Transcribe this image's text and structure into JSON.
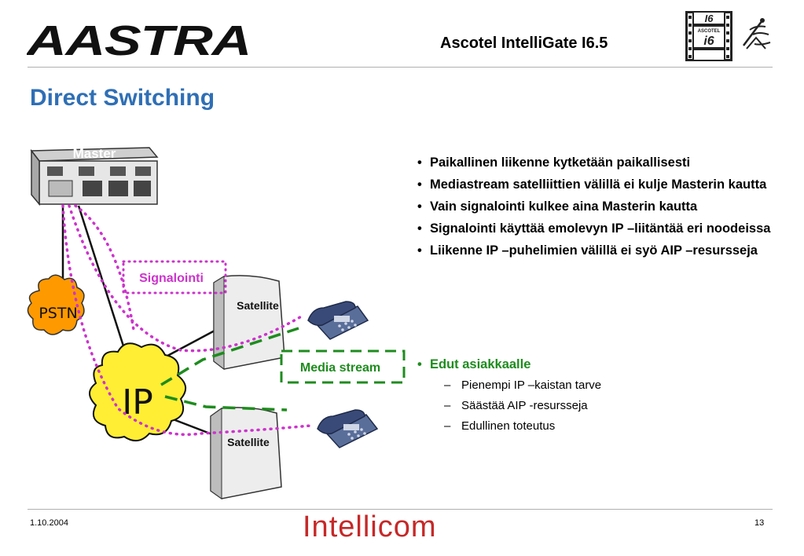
{
  "header": {
    "logo_text": "AASTRA",
    "product": "Ascotel IntelliGate I6.5",
    "filmstrip_top": "I6",
    "filmstrip_brand": "ASCOTEL",
    "filmstrip_main": "i6"
  },
  "title": "Direct Switching",
  "diagram": {
    "master_label": "Master",
    "signalointi_label": "Signalointi",
    "pstn_label": "PSTN",
    "ip_label": "IP",
    "satellite1_label": "Satellite",
    "satellite2_label": "Satellite",
    "media_stream_label": "Media stream"
  },
  "bullets": [
    "Paikallinen liikenne kytketään paikallisesti",
    "Mediastream satelliittien välillä ei kulje Masterin kautta",
    "Vain signalointi kulkee aina Masterin kautta",
    "Signalointi käyttää emolevyn IP –liitäntää eri noodeissa",
    "Liikenne IP –puhelimien välillä ei syö AIP –resursseja"
  ],
  "advantages": {
    "title": "Edut asiakkaalle",
    "items": [
      "Pienempi IP –kaistan tarve",
      "Säästää AIP -resursseja",
      "Edullinen toteutus"
    ]
  },
  "footer": {
    "date": "1.10.2004",
    "brand": "Intellicom",
    "page": "13"
  },
  "colors": {
    "title": "#2f6fb5",
    "signal_line": "#cc33cc",
    "media_line": "#1e8c1e",
    "cloud": "#ffee33",
    "pstn_cloud": "#ff9900",
    "brand": "#c62828"
  }
}
